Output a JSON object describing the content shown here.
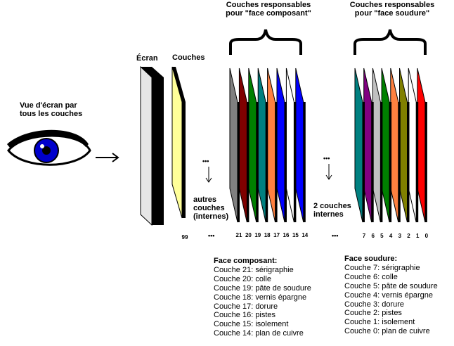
{
  "labels": {
    "view": "Vue d'écran par\ntous les couches",
    "screen": "Écran",
    "layers": "Couches",
    "top_group_title": "Couches responsables\npour \"face composant\"",
    "bottom_group_title": "Couches responsables\npour \"face soudure\"",
    "other_layers": "autres\ncouches\n(internes)",
    "two_internal": "2 couches\ninternes",
    "dots": "•••",
    "layer_99": "99"
  },
  "top_layers": [
    {
      "num": "21",
      "color": "#808080"
    },
    {
      "num": "20",
      "color": "#7f0000"
    },
    {
      "num": "19",
      "color": "#008000"
    },
    {
      "num": "18",
      "color": "#008080"
    },
    {
      "num": "17",
      "color": "#ff8040"
    },
    {
      "num": "16",
      "color": "#0000ff"
    },
    {
      "num": "15",
      "color": "#ffffff"
    },
    {
      "num": "14",
      "color": "#0000ff"
    }
  ],
  "bottom_layers": [
    {
      "num": "7",
      "color": "#008080"
    },
    {
      "num": "6",
      "color": "#800080"
    },
    {
      "num": "5",
      "color": "#c0c0c0"
    },
    {
      "num": "4",
      "color": "#008000"
    },
    {
      "num": "3",
      "color": "#ff8040"
    },
    {
      "num": "2",
      "color": "#808000"
    },
    {
      "num": "1",
      "color": "#ffffff"
    },
    {
      "num": "0",
      "color": "#ff0000"
    }
  ],
  "face_composant": {
    "title": "Face composant:",
    "items": [
      "Couche 21: sérigraphie",
      "Couche 20: colle",
      "Couche 19: pâte de soudure",
      "Couche 18: vernis épargne",
      "Couche 17: dorure",
      "Couche 16: pistes",
      "Couche 15: isolement",
      "Couche 14: plan de cuivre"
    ]
  },
  "face_soudure": {
    "title": "Face soudure:",
    "items": [
      "Couche 7: sérigraphie",
      "Couche 6: colle",
      "Couche 5: pâte de soudure",
      "Couche 4: vernis épargne",
      "Couche 3: dorure",
      "Couche 2: pistes",
      "Couche 1: isolement",
      "Couche 0: plan de cuivre"
    ]
  },
  "colors": {
    "screen_fill": "#e6e6e6",
    "layers_fill": "#ffff99",
    "eye_iris": "#0000cc",
    "outline": "#000000"
  }
}
